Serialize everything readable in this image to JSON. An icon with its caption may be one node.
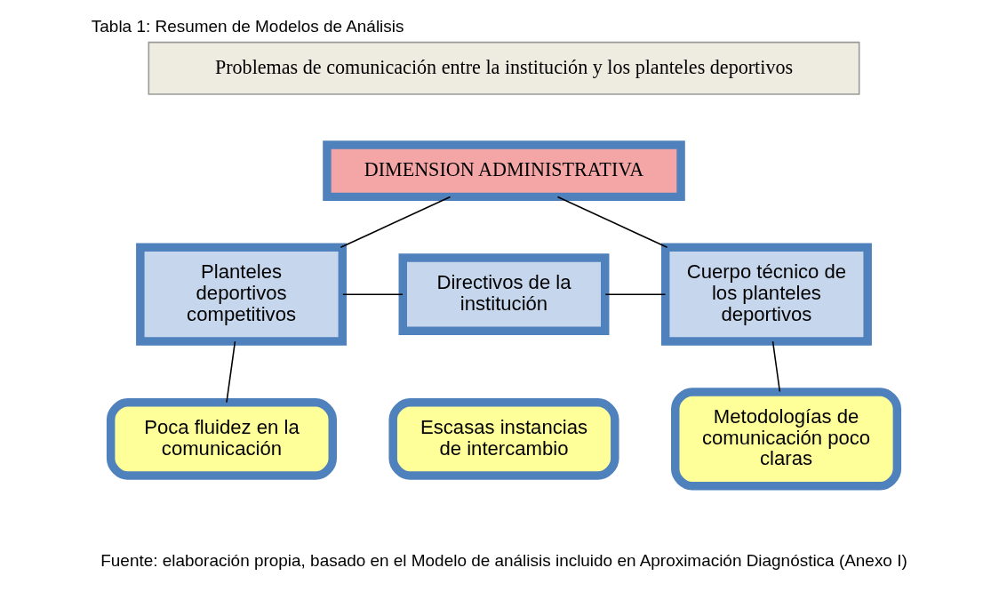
{
  "diagram": {
    "title": "Tabla 1: Resumen de Modelos de Análisis",
    "caption": "Fuente: elaboración propia, basado en el Modelo de análisis incluido en Aproximación Diagnóstica (Anexo I)",
    "nodes": [
      {
        "text": [
          "Problemas de comunicación entre la institución y los planteles deportivos"
        ]
      },
      {
        "text": [
          "DIMENSION ADMINISTRATIVA"
        ]
      },
      {
        "text": [
          "Planteles deportivos competitivos"
        ]
      },
      {
        "text": [
          "Directivos de la institución"
        ]
      },
      {
        "text": [
          "Cuerpo técnico de los planteles deportivos"
        ]
      },
      {
        "text": [
          "Poca fluidez en la comunicación"
        ]
      },
      {
        "text": [
          "Escasas instancias de intercambio"
        ]
      },
      {
        "text": [
          "Metodologías de comunicación poco claras"
        ]
      }
    ],
    "edges": [
      {
        "from": 1,
        "to": 2,
        "arrow": "none"
      },
      {
        "from": 1,
        "to": 4,
        "arrow": "none"
      },
      {
        "from": 2,
        "to": 3,
        "arrow": "none"
      },
      {
        "from": 3,
        "to": 4,
        "arrow": "none"
      },
      {
        "from": 2,
        "to": 5,
        "arrow": "none"
      },
      {
        "from": 4,
        "to": 7,
        "arrow": "none"
      }
    ]
  }
}
